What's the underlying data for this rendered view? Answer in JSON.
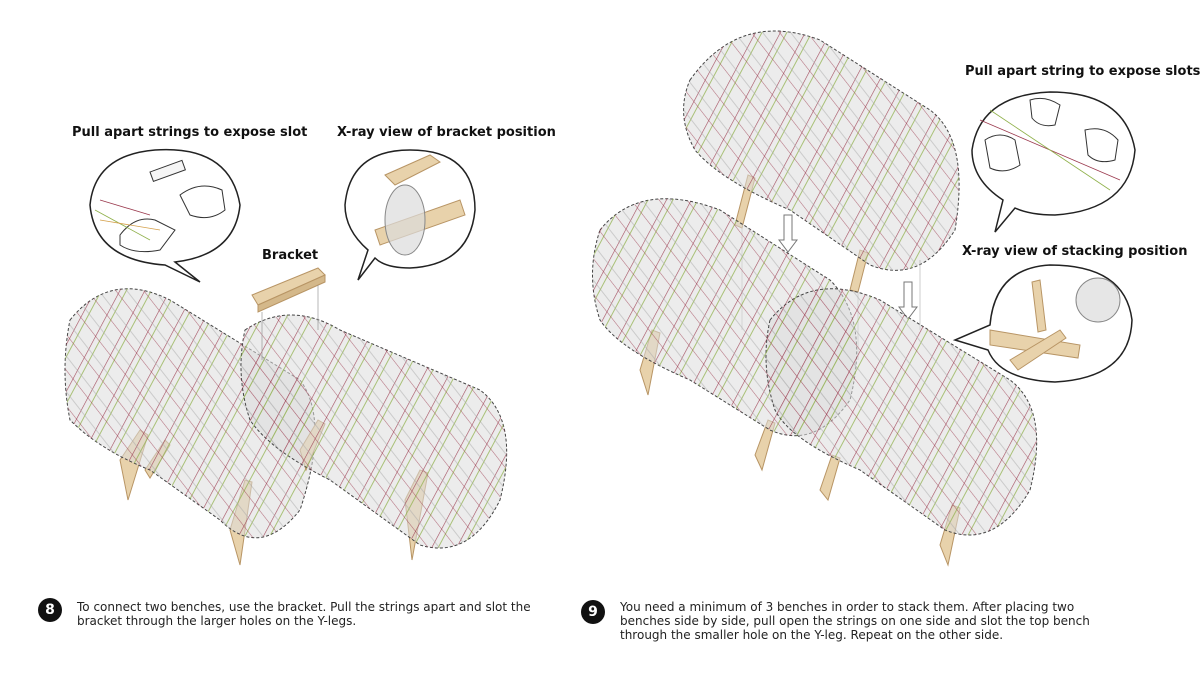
{
  "left_panel": {
    "callout_pull_slot": "Pull apart strings to expose slot",
    "callout_xray_bracket": "X-ray view of bracket position",
    "label_bracket": "Bracket",
    "step_number": "8",
    "step_text": "To connect two benches, use the bracket. Pull the strings apart and slot the bracket through the larger holes on the Y-legs."
  },
  "right_panel": {
    "callout_pull_slots": "Pull apart string to expose slots",
    "callout_xray_stacking": "X-ray view of stacking position",
    "step_number": "9",
    "step_text": "You need a minimum of 3 benches in order to stack them. After placing two benches side by side, pull open the strings on one side and slot the top bench through the smaller hole on the Y-leg. Repeat on the other side."
  },
  "colors": {
    "string_red": "#9b3a4e",
    "string_green": "#8fb04a",
    "wood": "#e8d2ab",
    "wood_edge": "#b89565",
    "glass": "#dcdcdc"
  },
  "icons": [
    "speech-bubble",
    "hand-illustration",
    "bench-drawing",
    "bracket-drawing",
    "down-arrow-icon"
  ]
}
